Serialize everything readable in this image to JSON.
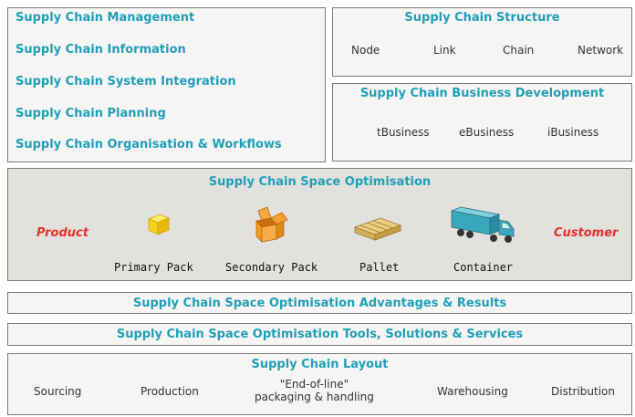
{
  "colors": {
    "accent": "#1f9fb8",
    "highlight": "#e0322a"
  },
  "management": {
    "items": [
      "Supply Chain Management",
      "Supply Chain Information",
      "Supply Chain System Integration",
      "Supply Chain Planning",
      "Supply Chain Organisation & Workflows"
    ]
  },
  "structure": {
    "title": "Supply Chain Structure",
    "items": [
      "Node",
      "Link",
      "Chain",
      "Network"
    ]
  },
  "business": {
    "title": "Supply Chain Business Development",
    "items": [
      "tBusiness",
      "eBusiness",
      "iBusiness"
    ]
  },
  "space": {
    "title": "Supply Chain Space Optimisation",
    "left_label": "Product",
    "right_label": "Customer",
    "stages": [
      {
        "label": "Primary Pack",
        "icon": "small-box-icon"
      },
      {
        "label": "Secondary Pack",
        "icon": "open-carton-icon"
      },
      {
        "label": "Pallet",
        "icon": "pallet-icon"
      },
      {
        "label": "Container",
        "icon": "truck-container-icon"
      }
    ]
  },
  "advantages": {
    "title": "Supply Chain Space Optimisation Advantages & Results"
  },
  "tools": {
    "title": "Supply Chain Space Optimisation Tools, Solutions & Services"
  },
  "layout": {
    "title": "Supply Chain Layout",
    "items": [
      "Sourcing",
      "Production",
      "\"End-of-line\"\npackaging & handling",
      "Warehousing",
      "Distribution"
    ]
  }
}
